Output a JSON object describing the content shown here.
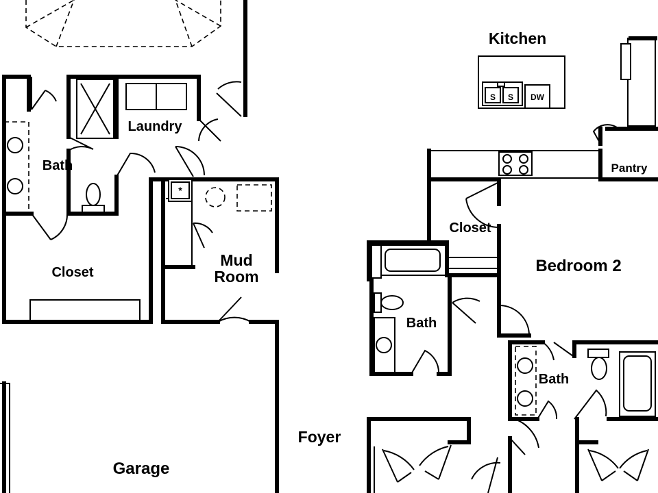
{
  "plan": {
    "rooms": [
      {
        "id": "kitchen",
        "label": "Kitchen"
      },
      {
        "id": "laundry",
        "label": "Laundry"
      },
      {
        "id": "bath-master",
        "label": "Bath"
      },
      {
        "id": "closet-master",
        "label": "Closet"
      },
      {
        "id": "mud-room-line1",
        "label": "Mud"
      },
      {
        "id": "mud-room-line2",
        "label": "Room"
      },
      {
        "id": "garage",
        "label": "Garage"
      },
      {
        "id": "foyer",
        "label": "Foyer"
      },
      {
        "id": "pantry",
        "label": "Pantry"
      },
      {
        "id": "closet-bedroom2",
        "label": "Closet"
      },
      {
        "id": "bedroom-2",
        "label": "Bedroom 2"
      },
      {
        "id": "bath-2",
        "label": "Bath"
      },
      {
        "id": "bath-3",
        "label": "Bath"
      }
    ],
    "fixtures": {
      "sink_left": "S",
      "sink_right": "S",
      "dishwasher": "DW",
      "fan": "*"
    }
  }
}
